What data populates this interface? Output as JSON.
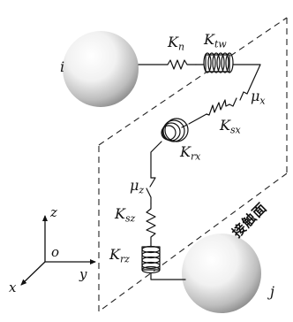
{
  "figure": {
    "particle_i": "i",
    "particle_j": "j",
    "plane_label": "接触面",
    "springs": {
      "kn": {
        "base": "K",
        "sub": "n"
      },
      "ktw": {
        "base": "K",
        "sub": "tw"
      },
      "ksx": {
        "base": "K",
        "sub": "sx"
      },
      "krx": {
        "base": "K",
        "sub": "rx"
      },
      "ksz": {
        "base": "K",
        "sub": "sz"
      },
      "krz": {
        "base": "K",
        "sub": "rz"
      }
    },
    "friction": {
      "mux": {
        "base": "μ",
        "sub": "x"
      },
      "muz": {
        "base": "μ",
        "sub": "z"
      }
    },
    "axes": {
      "origin": "o",
      "x": "x",
      "y": "y",
      "z": "z"
    }
  }
}
